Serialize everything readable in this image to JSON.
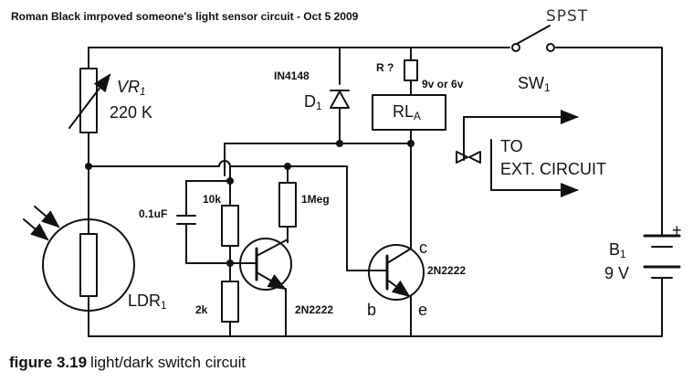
{
  "header": "Roman Black imrpoved someone's light sensor circuit - Oct 5 2009",
  "handwritten": "SPST",
  "labels": {
    "vr_name": "VR",
    "vr_sub": "1",
    "vr_value": "220 K",
    "diode_part": "IN4148",
    "diode_name": "D",
    "diode_sub": "1",
    "r_question": "R ?",
    "relay_voltage": "9v or 6v",
    "relay_name": "RL",
    "relay_sub": "A",
    "switch_name": "SW",
    "switch_sub": "1",
    "to": "TO",
    "ext_circuit": "EXT. CIRCUIT",
    "cap_value": "0.1uF",
    "r10k": "10k",
    "r1meg": "1Meg",
    "r2k": "2k",
    "ldr_name": "LDR",
    "ldr_sub": "1",
    "q1_part": "2N2222",
    "q2_part": "2N2222",
    "pin_c": "c",
    "pin_b": "b",
    "pin_e": "e",
    "battery_name": "B",
    "battery_sub": "1",
    "battery_value": "9 V",
    "battery_plus": "+"
  },
  "caption": {
    "figure_no": "figure 3.19",
    "text": "light/dark switch circuit"
  }
}
